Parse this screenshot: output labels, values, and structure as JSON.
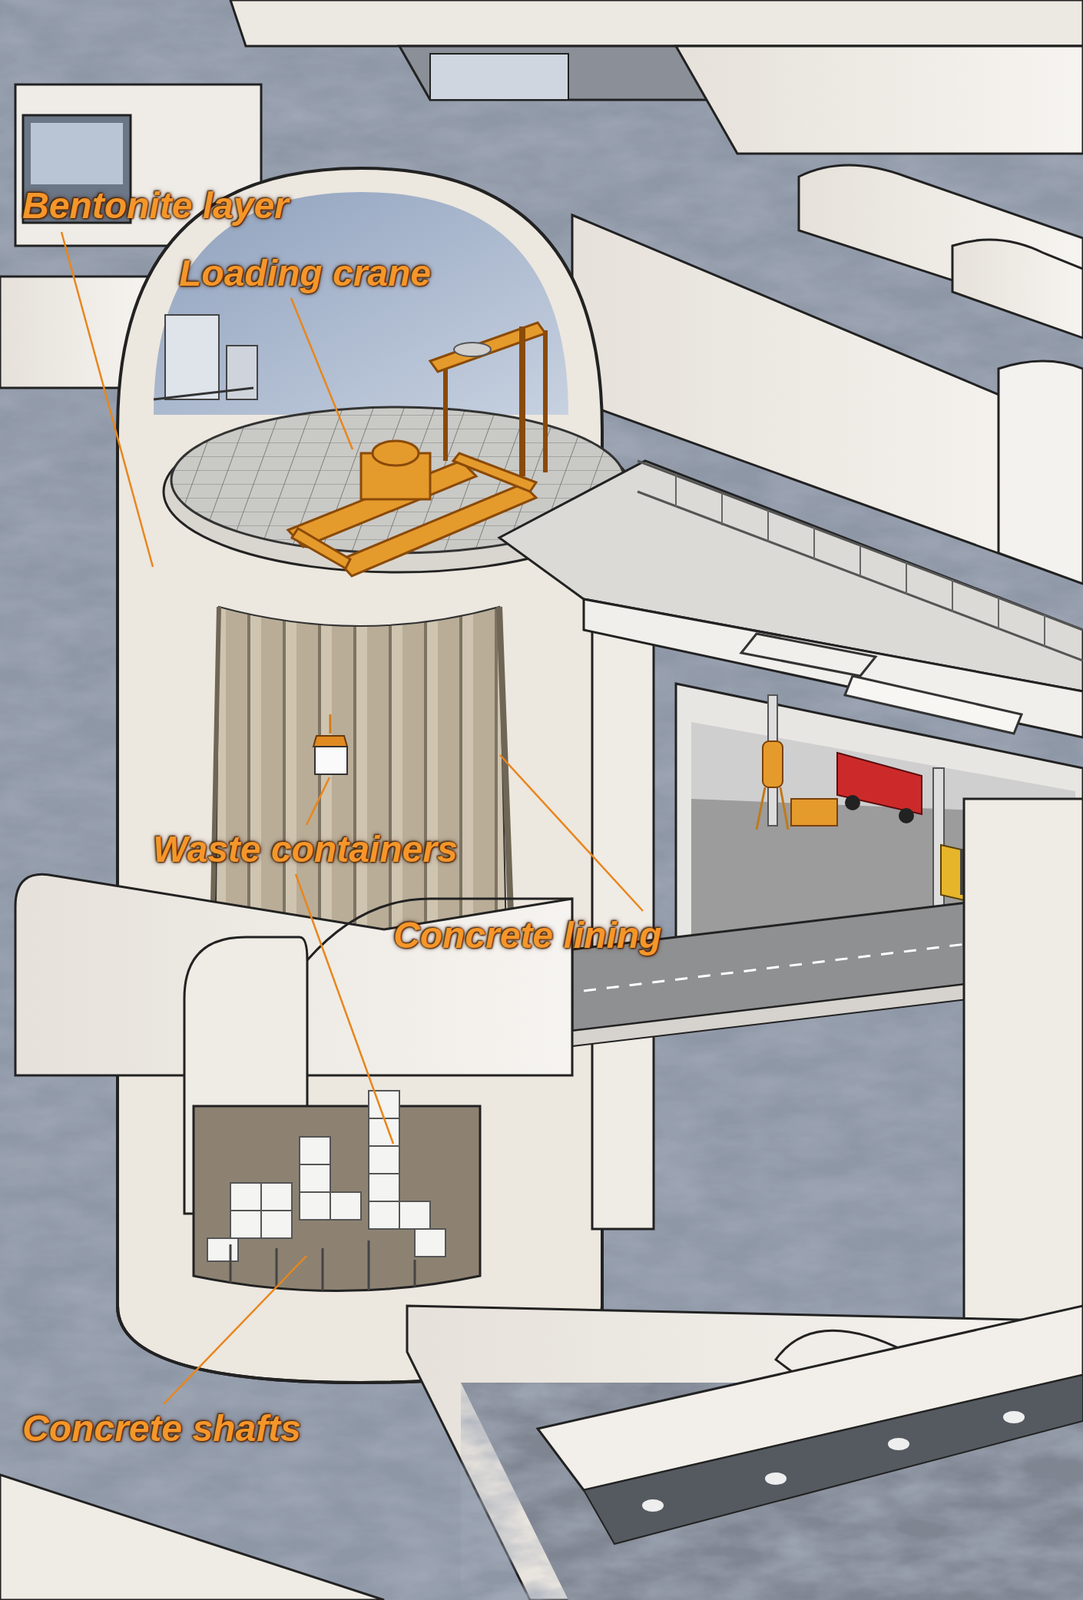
{
  "diagram": {
    "labels": [
      "Bentonite layer",
      "Loading crane",
      "Waste containers",
      "Concrete lining",
      "Concrete shafts"
    ]
  }
}
